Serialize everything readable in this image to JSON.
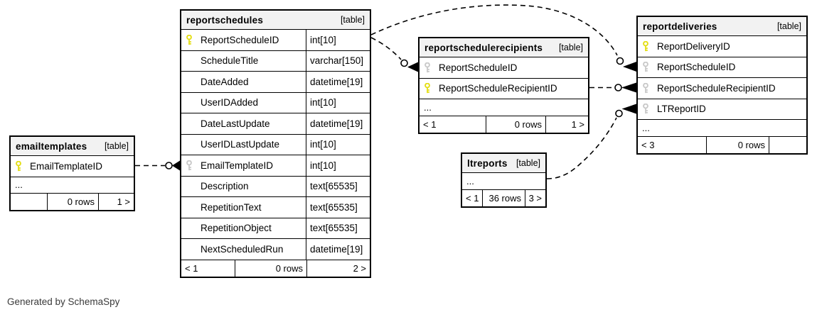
{
  "diagram": {
    "credit": "Generated by SchemaSpy"
  },
  "colors": {
    "primary_key_icon": "#e4de14",
    "foreign_key_icon": "#c9c9c9",
    "header_background": "#f2f2f2",
    "table_border": "#000000",
    "background": "#ffffff"
  },
  "icons": {
    "primary_key": "yellow key icon",
    "foreign_key": "gray key icon"
  },
  "tables": {
    "emailtemplates": {
      "name": "emailtemplates",
      "tag": "[table]",
      "columns": [
        {
          "name": "EmailTemplateID",
          "key": "primary"
        }
      ],
      "more_indicator": "...",
      "footer": {
        "left": "",
        "rows": "0 rows",
        "right": "1 >"
      }
    },
    "reportschedules": {
      "name": "reportschedules",
      "tag": "[table]",
      "columns": [
        {
          "name": "ReportScheduleID",
          "type": "int[10]",
          "key": "primary"
        },
        {
          "name": "ScheduleTitle",
          "type": "varchar[150]",
          "key": null
        },
        {
          "name": "DateAdded",
          "type": "datetime[19]",
          "key": null
        },
        {
          "name": "UserIDAdded",
          "type": "int[10]",
          "key": null
        },
        {
          "name": "DateLastUpdate",
          "type": "datetime[19]",
          "key": null
        },
        {
          "name": "UserIDLastUpdate",
          "type": "int[10]",
          "key": null
        },
        {
          "name": "EmailTemplateID",
          "type": "int[10]",
          "key": "foreign"
        },
        {
          "name": "Description",
          "type": "text[65535]",
          "key": null
        },
        {
          "name": "RepetitionText",
          "type": "text[65535]",
          "key": null
        },
        {
          "name": "RepetitionObject",
          "type": "text[65535]",
          "key": null
        },
        {
          "name": "NextScheduledRun",
          "type": "datetime[19]",
          "key": null
        }
      ],
      "footer": {
        "left": "< 1",
        "rows": "0 rows",
        "right": "2 >"
      }
    },
    "reportschedulerecipients": {
      "name": "reportschedulerecipients",
      "tag": "[table]",
      "columns": [
        {
          "name": "ReportScheduleID",
          "key": "foreign"
        },
        {
          "name": "ReportScheduleRecipientID",
          "key": "primary"
        }
      ],
      "more_indicator": "...",
      "footer": {
        "left": "< 1",
        "rows": "0 rows",
        "right": "1 >"
      }
    },
    "ltreports": {
      "name": "ltreports",
      "tag": "[table]",
      "more_indicator": "...",
      "footer": {
        "left": "< 1",
        "rows": "36 rows",
        "right": "3 >"
      }
    },
    "reportdeliveries": {
      "name": "reportdeliveries",
      "tag": "[table]",
      "columns": [
        {
          "name": "ReportDeliveryID",
          "key": "primary"
        },
        {
          "name": "ReportScheduleID",
          "key": "foreign"
        },
        {
          "name": "ReportScheduleRecipientID",
          "key": "foreign"
        },
        {
          "name": "LTReportID",
          "key": "foreign"
        }
      ],
      "more_indicator": "...",
      "footer": {
        "left": "< 3",
        "rows": "0 rows",
        "right": ""
      }
    }
  },
  "relationships": [
    {
      "from": "emailtemplates.EmailTemplateID",
      "to": "reportschedules.EmailTemplateID",
      "style": "dashed"
    },
    {
      "from": "reportschedules.ReportScheduleID",
      "to": "reportschedulerecipients.ReportScheduleID",
      "style": "dashed"
    },
    {
      "from": "reportschedules.ReportScheduleID",
      "to": "reportdeliveries.ReportScheduleID",
      "style": "dashed"
    },
    {
      "from": "reportschedulerecipients.ReportScheduleRecipientID",
      "to": "reportdeliveries.ReportScheduleRecipientID",
      "style": "dashed"
    },
    {
      "from": "ltreports",
      "to": "reportdeliveries.LTReportID",
      "style": "dashed"
    }
  ]
}
